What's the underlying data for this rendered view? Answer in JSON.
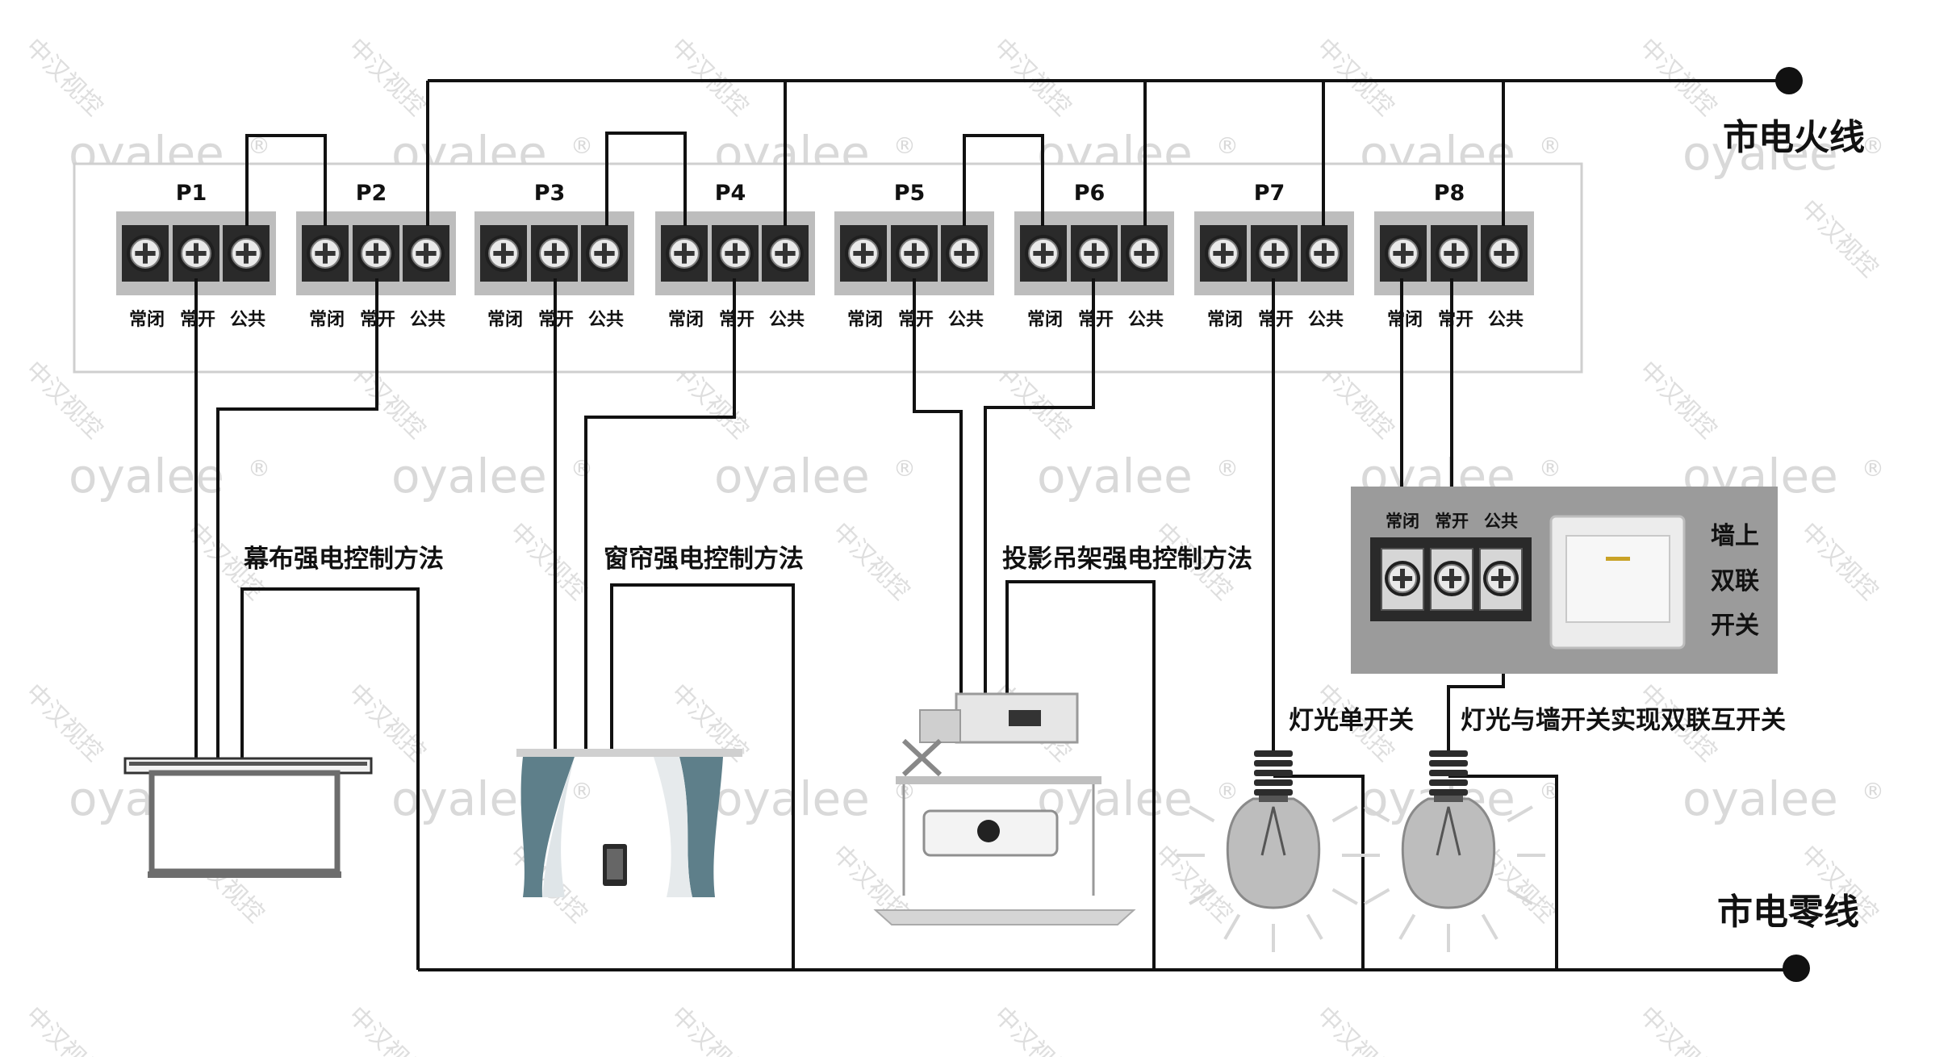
{
  "relays": [
    {
      "name": "P1"
    },
    {
      "name": "P2"
    },
    {
      "name": "P3"
    },
    {
      "name": "P4"
    },
    {
      "name": "P5"
    },
    {
      "name": "P6"
    },
    {
      "name": "P7"
    },
    {
      "name": "P8"
    }
  ],
  "terminal_labels": {
    "nc": "常闭",
    "no": "常开",
    "com": "公共"
  },
  "mains": {
    "live": "市电火线",
    "neutral": "市电零线"
  },
  "methods": {
    "screen": "幕布强电控制方法",
    "curtain": "窗帘强电控制方法",
    "projector_lift": "投影吊架强电控制方法",
    "light_single": "灯光单开关",
    "light_double": "灯光与墙开关实现双联互开关"
  },
  "wall_switch": {
    "line1": "墙上",
    "line2": "双联",
    "line3": "开关"
  },
  "watermark": {
    "brand": "oyalee",
    "mark": "®",
    "cn": "中汉视控"
  },
  "colors": {
    "wire": "#111111",
    "panel": "#9b9b9b",
    "switch_plate": "#ececec",
    "switch_indicator": "#c9a227"
  }
}
